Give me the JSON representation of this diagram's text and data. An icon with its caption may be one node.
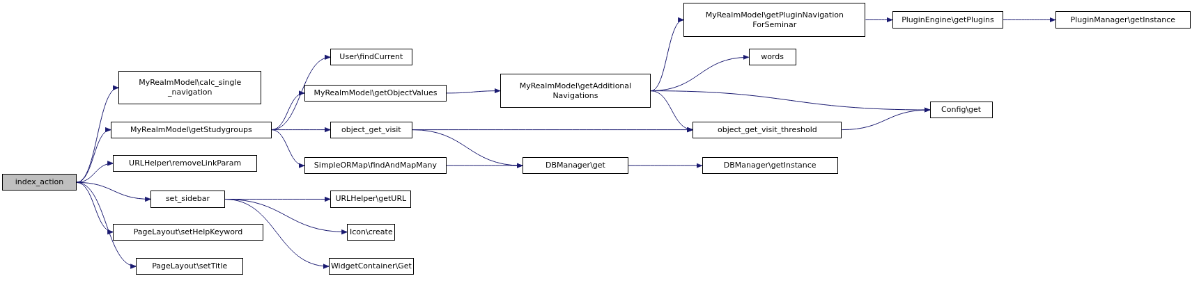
{
  "diagram": {
    "nodes": [
      {
        "text": [
          "index_action"
        ]
      },
      {
        "text": [
          "MyRealmModel\\calc_single _navigation"
        ]
      },
      {
        "text": [
          "MyRealmModel\\getStudygroups"
        ]
      },
      {
        "text": [
          "URLHelper\\removeLinkParam"
        ]
      },
      {
        "text": [
          "set_sidebar"
        ]
      },
      {
        "text": [
          "PageLayout\\setHelpKeyword"
        ]
      },
      {
        "text": [
          "PageLayout\\setTitle"
        ]
      },
      {
        "text": [
          "User\\findCurrent"
        ]
      },
      {
        "text": [
          "MyRealmModel\\getObjectValues"
        ]
      },
      {
        "text": [
          "object_get_visit"
        ]
      },
      {
        "text": [
          "SimpleORMap\\findAndMapMany"
        ]
      },
      {
        "text": [
          "URLHelper\\getURL"
        ]
      },
      {
        "text": [
          "Icon\\create"
        ]
      },
      {
        "text": [
          "WidgetContainer\\Get"
        ]
      },
      {
        "text": [
          "MyRealmModel\\getAdditional Navigations"
        ]
      },
      {
        "text": [
          "DBManager\\get"
        ]
      },
      {
        "text": [
          "MyRealmModel\\getPluginNavigation ForSeminar"
        ]
      },
      {
        "text": [
          "words"
        ]
      },
      {
        "text": [
          "object_get_visit_threshold"
        ]
      },
      {
        "text": [
          "DBManager\\getInstance"
        ]
      },
      {
        "text": [
          "PluginEngine\\getPlugins"
        ]
      },
      {
        "text": [
          "Config\\get"
        ]
      },
      {
        "text": [
          "PluginManager\\getInstance"
        ]
      }
    ],
    "edges": [
      {
        "from": 0,
        "to": 1,
        "arrow": "to"
      },
      {
        "from": 0,
        "to": 2,
        "arrow": "to"
      },
      {
        "from": 0,
        "to": 3,
        "arrow": "to"
      },
      {
        "from": 0,
        "to": 4,
        "arrow": "to"
      },
      {
        "from": 0,
        "to": 5,
        "arrow": "to"
      },
      {
        "from": 0,
        "to": 6,
        "arrow": "to"
      },
      {
        "from": 2,
        "to": 7,
        "arrow": "to"
      },
      {
        "from": 2,
        "to": 8,
        "arrow": "to"
      },
      {
        "from": 2,
        "to": 9,
        "arrow": "to"
      },
      {
        "from": 2,
        "to": 10,
        "arrow": "to"
      },
      {
        "from": 4,
        "to": 11,
        "arrow": "to"
      },
      {
        "from": 4,
        "to": 12,
        "arrow": "to"
      },
      {
        "from": 4,
        "to": 13,
        "arrow": "to"
      },
      {
        "from": 8,
        "to": 14,
        "arrow": "to"
      },
      {
        "from": 9,
        "to": 18,
        "arrow": "to"
      },
      {
        "from": 9,
        "to": 15,
        "arrow": "to"
      },
      {
        "from": 10,
        "to": 15,
        "arrow": "to"
      },
      {
        "from": 14,
        "to": 16,
        "arrow": "to"
      },
      {
        "from": 14,
        "to": 17,
        "arrow": "to"
      },
      {
        "from": 14,
        "to": 21,
        "arrow": "to"
      },
      {
        "from": 14,
        "to": 18,
        "arrow": "to"
      },
      {
        "from": 15,
        "to": 19,
        "arrow": "to"
      },
      {
        "from": 16,
        "to": 20,
        "arrow": "to"
      },
      {
        "from": 20,
        "to": 22,
        "arrow": "to"
      },
      {
        "from": 18,
        "to": 21,
        "arrow": "to"
      }
    ]
  }
}
